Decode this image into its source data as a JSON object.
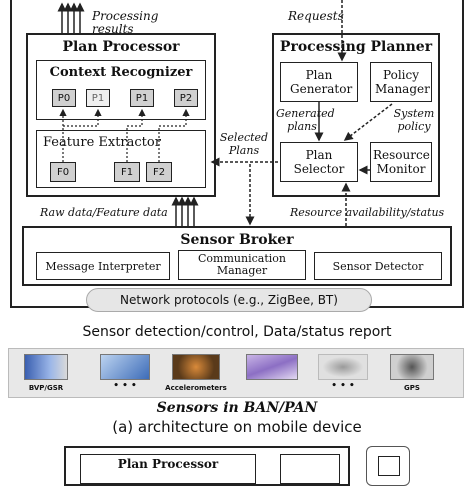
{
  "top_labels": {
    "processing_results": "Processing results",
    "requests": "Requests"
  },
  "plan_processor": {
    "title": "Plan Processor",
    "context_recognizer": {
      "title": "Context Recognizer",
      "items": [
        "P0",
        "P1",
        "P1",
        "P2"
      ]
    },
    "feature_extractor": {
      "title": "Feature Extractor",
      "items": [
        "F0",
        "F1",
        "F2"
      ]
    }
  },
  "processing_planner": {
    "title": "Processing Planner",
    "plan_generator": "Plan Generator",
    "policy_manager": "Policy Manager",
    "plan_selector": "Plan Selector",
    "resource_monitor": "Resource Monitor",
    "generated_plans": "Generated plans",
    "system_policy": "System policy"
  },
  "selected_plans": "Selected Plans",
  "raw_data_label": "Raw data/Feature data",
  "resource_label": "Resource availability/status",
  "sensor_broker": {
    "title": "Sensor Broker",
    "message_interpreter": "Message Interpreter",
    "communication_manager": "Communication Manager",
    "sensor_detector": "Sensor Detector"
  },
  "network_protocols": "Network protocols (e.g., ZigBee, BT)",
  "sensor_detection": "Sensor detection/control, Data/status report",
  "sensors": [
    "BVP/GSR",
    "• • •",
    "Accelerometers",
    "",
    "• • •",
    "GPS"
  ],
  "sensors_caption": "Sensors in BAN/PAN",
  "architecture_caption": "(a) architecture on mobile device",
  "bottom": {
    "plan_processor": "Plan Processor"
  },
  "colors": {
    "dark_chip": "#d0d0d0",
    "light_chip": "#efefef",
    "network_bar": "#e6e6e6"
  }
}
